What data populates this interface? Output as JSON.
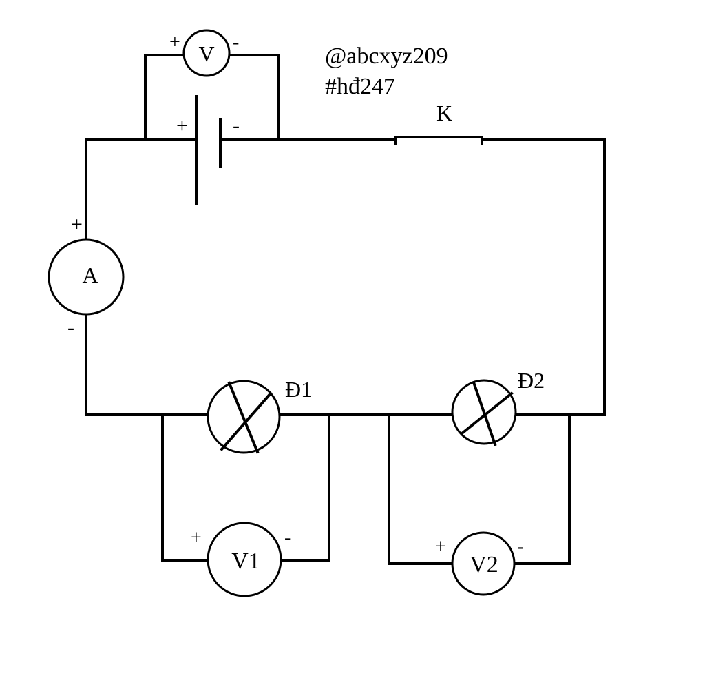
{
  "watermark": {
    "line1": "@abcxyz209",
    "line2": "#hđ247"
  },
  "switch_label": "K",
  "meters": {
    "voltmeter_source": "V",
    "ammeter": "A",
    "voltmeter_1": "V1",
    "voltmeter_2": "V2"
  },
  "lamps": {
    "lamp_1": "Đ1",
    "lamp_2": "Đ2"
  },
  "polarity": {
    "plus": "+",
    "minus": "-"
  }
}
